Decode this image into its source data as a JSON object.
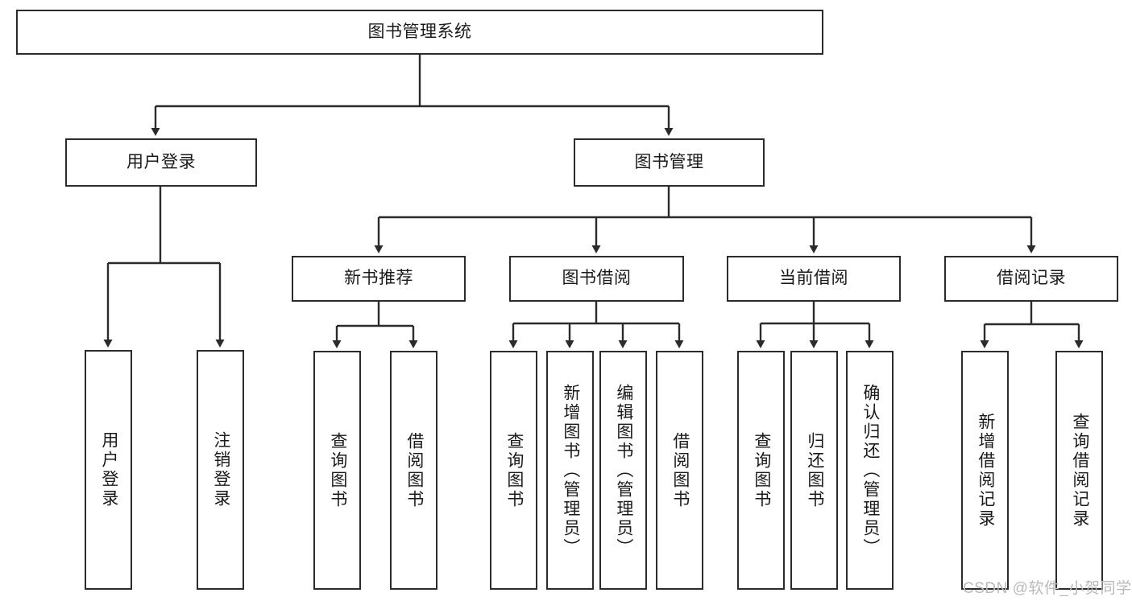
{
  "diagram": {
    "type": "tree-hierarchy-chart",
    "title": "图书管理系统",
    "watermark": "CSDN @软件_小贺同学",
    "colors": {
      "stroke": "#2b2b2b",
      "fill": "#ffffff",
      "text": "#1a1a1a",
      "watermark": "#b9b9b9",
      "background": "#ffffff"
    },
    "nodes": {
      "root": {
        "label": "图书管理系统",
        "orientation": "horizontal"
      },
      "level1": [
        {
          "id": "user-login",
          "label": "用户登录",
          "orientation": "horizontal"
        },
        {
          "id": "book-manage",
          "label": "图书管理",
          "orientation": "horizontal"
        }
      ],
      "level2": [
        {
          "id": "new-book-recommend",
          "label": "新书推荐",
          "orientation": "horizontal"
        },
        {
          "id": "book-borrow",
          "label": "图书借阅",
          "orientation": "horizontal"
        },
        {
          "id": "current-borrow",
          "label": "当前借阅",
          "orientation": "horizontal"
        },
        {
          "id": "borrow-record",
          "label": "借阅记录",
          "orientation": "horizontal"
        }
      ],
      "leaves": [
        {
          "id": "leaf-user-login",
          "label": "用户登录",
          "parent": "user-login",
          "orientation": "vertical"
        },
        {
          "id": "leaf-user-logout",
          "label": "注销登录",
          "parent": "user-login",
          "orientation": "vertical"
        },
        {
          "id": "leaf-query-book-1",
          "label": "查询图书",
          "parent": "new-book-recommend",
          "orientation": "vertical"
        },
        {
          "id": "leaf-borrow-book-1",
          "label": "借阅图书",
          "parent": "new-book-recommend",
          "orientation": "vertical"
        },
        {
          "id": "leaf-query-book-2",
          "label": "查询图书",
          "parent": "book-borrow",
          "orientation": "vertical"
        },
        {
          "id": "leaf-add-book",
          "label": "新增图书（管理员）",
          "parent": "book-borrow",
          "orientation": "vertical"
        },
        {
          "id": "leaf-edit-book",
          "label": "编辑图书（管理员）",
          "parent": "book-borrow",
          "orientation": "vertical"
        },
        {
          "id": "leaf-borrow-book-2",
          "label": "借阅图书",
          "parent": "book-borrow",
          "orientation": "vertical"
        },
        {
          "id": "leaf-query-book-3",
          "label": "查询图书",
          "parent": "current-borrow",
          "orientation": "vertical"
        },
        {
          "id": "leaf-return-book",
          "label": "归还图书",
          "parent": "current-borrow",
          "orientation": "vertical"
        },
        {
          "id": "leaf-confirm-return",
          "label": "确认归还（管理员）",
          "parent": "current-borrow",
          "orientation": "vertical"
        },
        {
          "id": "leaf-add-record",
          "label": "新增借阅记录",
          "parent": "borrow-record",
          "orientation": "vertical"
        },
        {
          "id": "leaf-query-record",
          "label": "查询借阅记录",
          "parent": "borrow-record",
          "orientation": "vertical"
        }
      ]
    }
  }
}
